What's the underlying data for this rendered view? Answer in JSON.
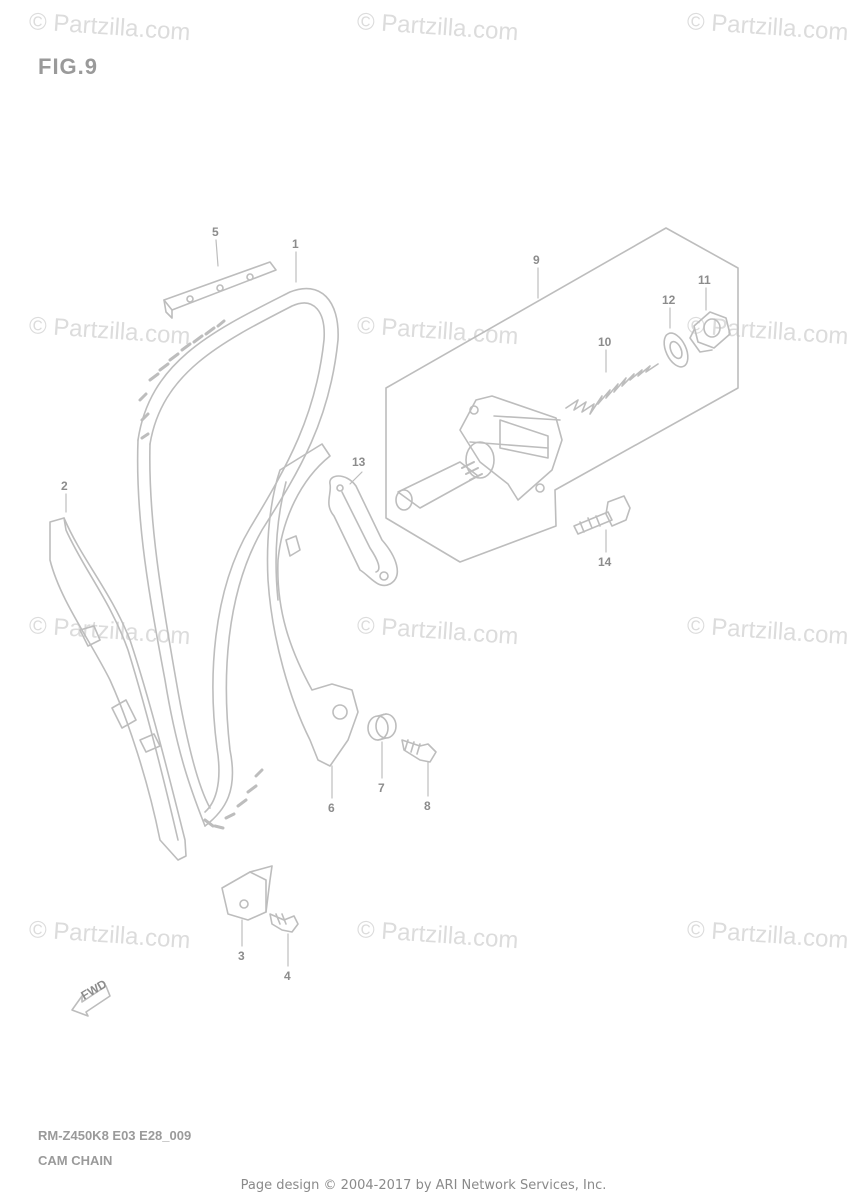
{
  "figure": {
    "title": "FIG.9",
    "model_code": "RM-Z450K8 E03 E28_009",
    "caption": "CAM CHAIN"
  },
  "watermark": {
    "text": "© Partzilla.com"
  },
  "footer": {
    "text": "Page design © 2004-2017 by ARI Network Services, Inc."
  },
  "direction_arrow": {
    "label": "FWD"
  },
  "callouts": [
    "1",
    "2",
    "3",
    "4",
    "5",
    "6",
    "7",
    "8",
    "9",
    "10",
    "11",
    "12",
    "13",
    "14"
  ],
  "colors": {
    "line": "#bdbdbd",
    "text": "#9a9a9a",
    "watermark": "#dcdcdc"
  }
}
